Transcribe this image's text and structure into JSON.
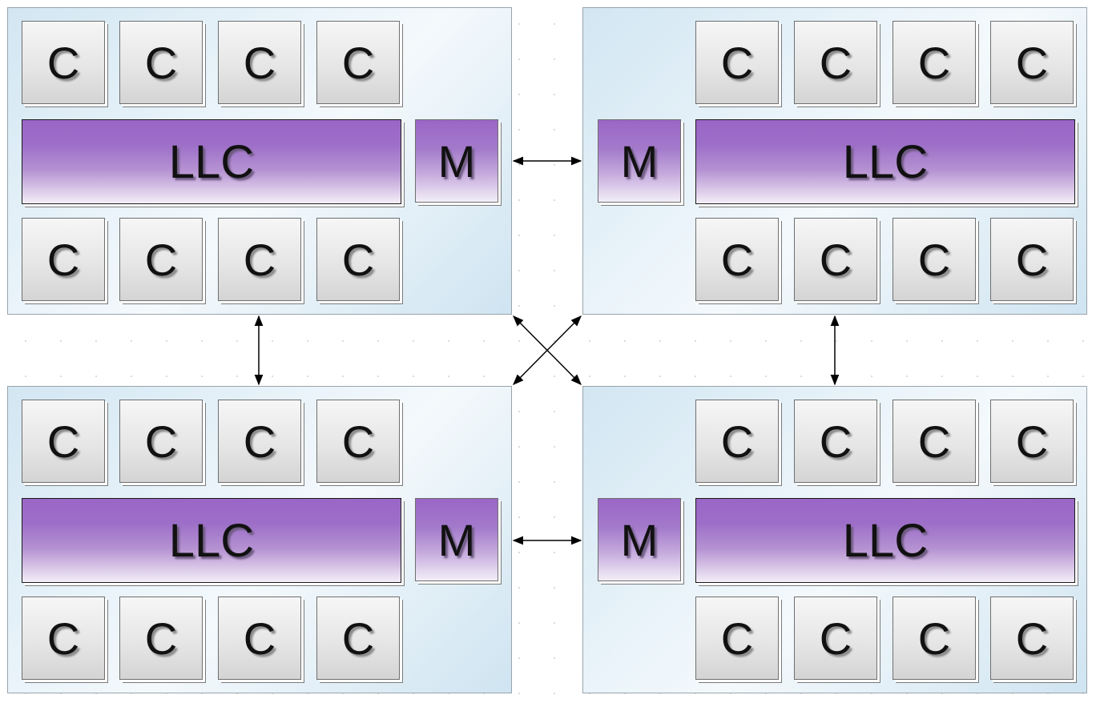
{
  "labels": {
    "core": "C",
    "cache": "LLC",
    "memory": "M"
  },
  "sockets": [
    {
      "id": "top-left"
    },
    {
      "id": "top-right"
    },
    {
      "id": "bottom-left"
    },
    {
      "id": "bottom-right"
    }
  ],
  "colors": {
    "socket_bg": "#e6f1f8",
    "cache_purple": "#9a66c6",
    "core_gray": "#e2e2e2",
    "arrow": "#000000"
  }
}
